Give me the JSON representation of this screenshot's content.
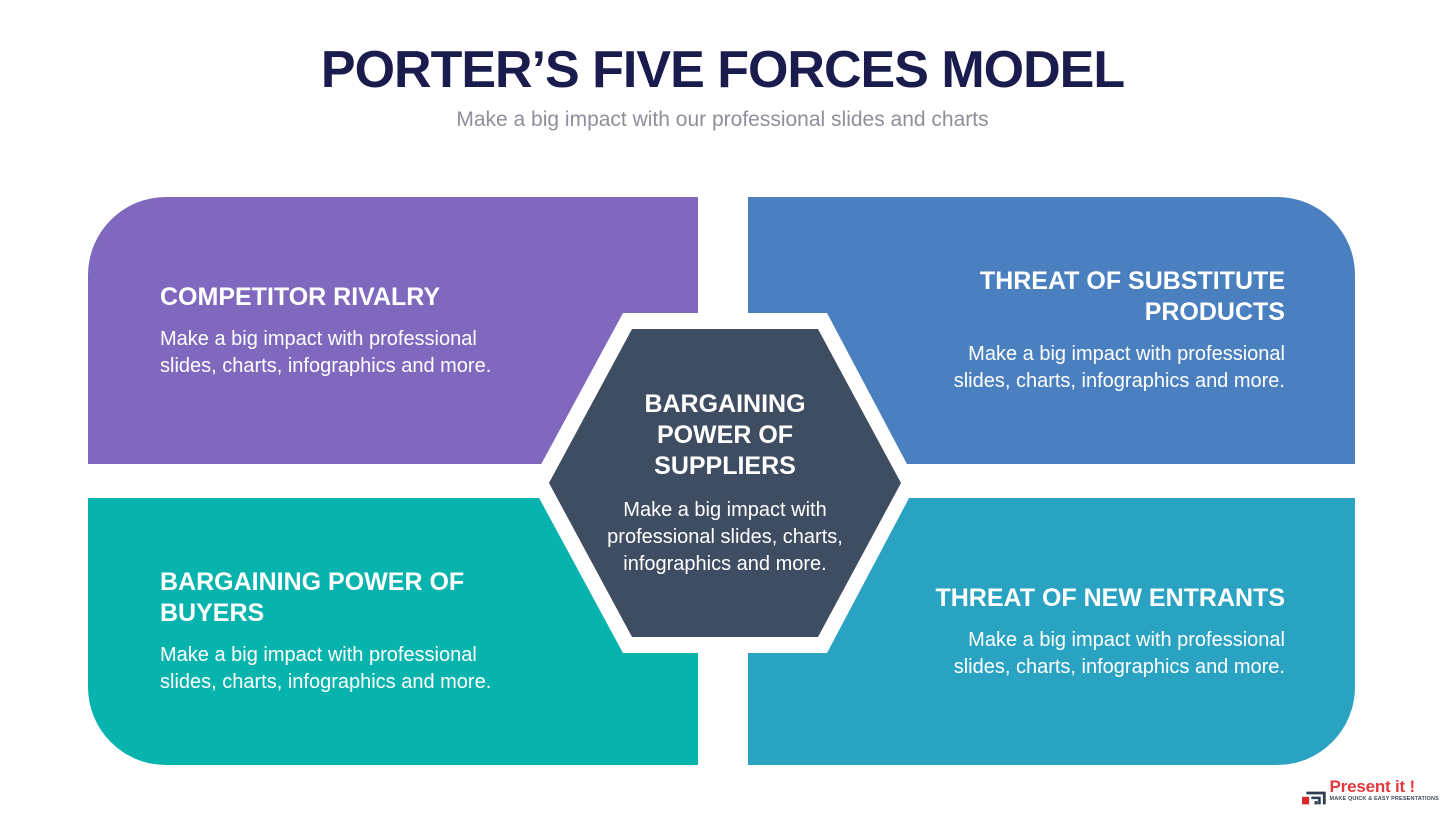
{
  "slide": {
    "title": "PORTER’S FIVE FORCES MODEL",
    "subtitle": "Make a big impact with our professional slides and charts"
  },
  "forces": {
    "competitor_rivalry": {
      "title": "COMPETITOR RIVALRY",
      "description": "Make a big impact with professional slides, charts, infographics and more."
    },
    "threat_of_substitute_products": {
      "title": "THREAT OF SUBSTITUTE PRODUCTS",
      "description": "Make a big impact with professional slides, charts, infographics and more."
    },
    "bargaining_power_of_suppliers": {
      "title": "BARGAINING POWER OF SUPPLIERS",
      "description": "Make a big impact with professional slides, charts, infographics and more."
    },
    "bargaining_power_of_buyers": {
      "title": "BARGAINING POWER OF BUYERS",
      "description": "Make a big impact with professional slides, charts, infographics and more."
    },
    "threat_of_new_entrants": {
      "title": "THREAT OF NEW ENTRANTS",
      "description": "Make a big impact with professional slides, charts, infographics and more."
    }
  },
  "logo": {
    "brand": "Present it !",
    "tagline": "MAKE QUICK & EASY PRESENTATIONS",
    "icon": "nested-bars-logo-icon"
  },
  "colors": {
    "title-navy": "#1B1C4E",
    "subtitle-gray": "#8E8E9D",
    "card-purple": "#7F68BE",
    "card-blue": "#4A80BF",
    "card-teal": "#07B3AD",
    "card-cyan": "#2AA3C3",
    "hex-slate": "#3F4D62",
    "hex-border": "#FFFFFF",
    "logo-red": "#E23A3C"
  }
}
